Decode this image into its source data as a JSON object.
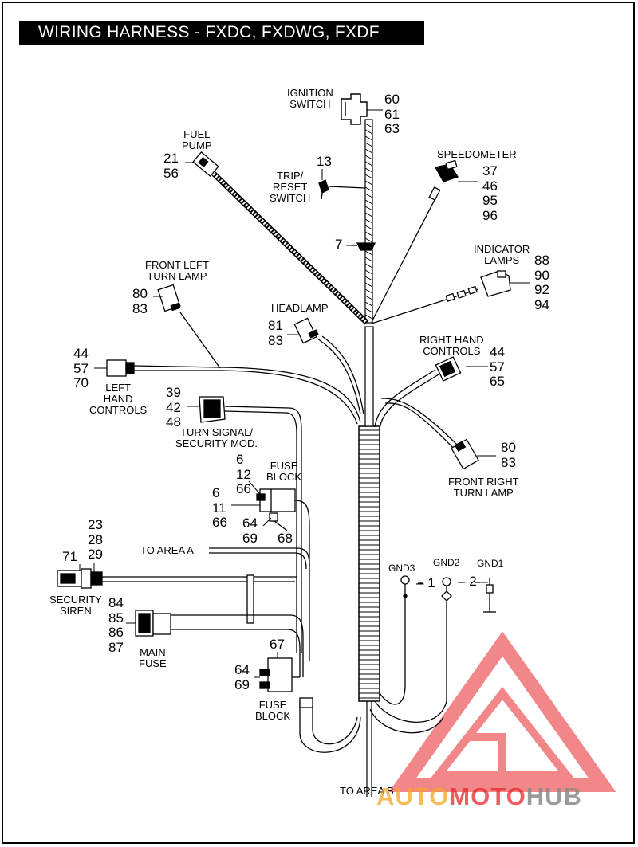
{
  "title": "WIRING HARNESS - FXDC, FXDWG, FXDF",
  "labels": {
    "ignition_switch": [
      "IGNITION",
      "SWITCH"
    ],
    "fuel_pump": [
      "FUEL",
      "PUMP"
    ],
    "trip_reset": [
      "TRIP/",
      "RESET",
      "SWITCH"
    ],
    "speedometer": "SPEEDOMETER",
    "indicator_lamps": [
      "INDICATOR",
      "LAMPS"
    ],
    "front_left_turn": [
      "FRONT LEFT",
      "TURN LAMP"
    ],
    "headlamp": "HEADLAMP",
    "right_hand_controls": [
      "RIGHT HAND",
      "CONTROLS"
    ],
    "left_hand_controls": [
      "LEFT",
      "HAND",
      "CONTROLS"
    ],
    "turn_signal": [
      "TURN SIGNAL/",
      "SECURITY MOD."
    ],
    "front_right_turn": [
      "FRONT RIGHT",
      "TURN LAMP"
    ],
    "fuse_block_upper": [
      "FUSE",
      "BLOCK"
    ],
    "to_area_a": "TO AREA A",
    "security_siren": [
      "SECURITY",
      "SIREN"
    ],
    "main_fuse": [
      "MAIN",
      "FUSE"
    ],
    "fuse_block_lower": [
      "FUSE",
      "BLOCK"
    ],
    "to_area_b": "TO AREA B",
    "gnd3": "GND3",
    "gnd2": "GND2",
    "gnd1": "GND1"
  },
  "callouts": {
    "ignition": [
      "60",
      "61",
      "63"
    ],
    "fuel_pump": [
      "21",
      "56"
    ],
    "trip": "13",
    "speedometer": [
      "37",
      "46",
      "95",
      "96"
    ],
    "clip": "7",
    "indicator": [
      "88",
      "90",
      "92",
      "94"
    ],
    "front_left_turn": [
      "80",
      "83"
    ],
    "headlamp": [
      "81",
      "83"
    ],
    "right_hand": [
      "44",
      "57",
      "65"
    ],
    "left_hand": [
      "44",
      "57",
      "70"
    ],
    "turn_signal": [
      "39",
      "42",
      "48"
    ],
    "front_right_turn": [
      "80",
      "83"
    ],
    "fuse_top": [
      "6",
      "12",
      "66"
    ],
    "fuse_mid": [
      "6",
      "11",
      "66"
    ],
    "fuse_small": [
      "64",
      "69"
    ],
    "fuse_68": "68",
    "siren_top": [
      "23",
      "28",
      "29"
    ],
    "siren_71": "71",
    "main_fuse": [
      "84",
      "85",
      "86",
      "87"
    ],
    "fuse_lower_67": "67",
    "fuse_lower": [
      "64",
      "69"
    ],
    "gnd3_num": "1",
    "gnd1_num": "2"
  },
  "watermark": {
    "auto": "AUTO",
    "moto": "MOTO",
    "hub": "HUB",
    "color_red": "#e8262a",
    "color_orange": "#f5a623",
    "color_gray": "#8a8a8a"
  }
}
